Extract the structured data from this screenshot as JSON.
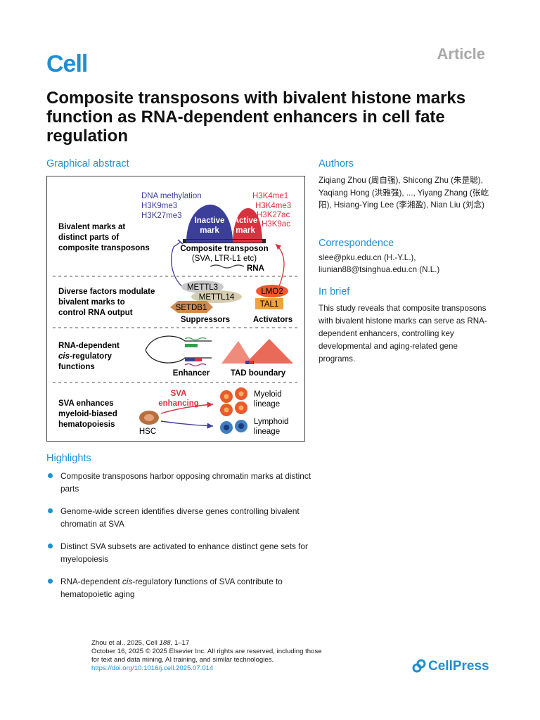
{
  "header": {
    "journal": "Cell",
    "article_type": "Article"
  },
  "title": "Composite transposons with bivalent histone marks function as RNA-dependent enhancers in cell fate regulation",
  "graphical_abstract": {
    "heading": "Graphical abstract",
    "panel1": {
      "label": [
        "Bivalent marks at",
        "distinct parts of",
        "composite transposons"
      ],
      "inactive_marks": [
        "DNA methylation",
        "H3K9me3",
        "H3K27me3"
      ],
      "active_marks": [
        "H3K4me1",
        "H3K4me3",
        "H3K27ac",
        "H3K9ac"
      ],
      "inactive_label": [
        "Inactive",
        "mark"
      ],
      "active_label": [
        "Active",
        "mark"
      ],
      "transposon_label": "Composite transposon",
      "transposon_examples": "(SVA, LTR-L1 etc)",
      "rna_label": "RNA"
    },
    "panel2": {
      "label": [
        "Diverse factors modulate",
        "bivalent marks to",
        "control RNA output"
      ],
      "suppressors": [
        "METTL3",
        "METTL14",
        "SETDB1"
      ],
      "activators": [
        "LMO2",
        "TAL1"
      ],
      "suppressors_label": "Suppressors",
      "activators_label": "Activators"
    },
    "panel3": {
      "label": [
        "RNA-dependent",
        "cis",
        "-regulatory",
        "functions"
      ],
      "enhancer_label": "Enhancer",
      "tad_label": "TAD boundary"
    },
    "panel4": {
      "label": [
        "SVA enhances",
        "myeloid-biased",
        "hematopoiesis"
      ],
      "sva_label": [
        "SVA",
        "enhancing"
      ],
      "hsc_label": "HSC",
      "myeloid_label": [
        "Myeloid",
        "lineage"
      ],
      "lymphoid_label": [
        "Lymphoid",
        "lineage"
      ]
    },
    "colors": {
      "inactive": "#3c3f9a",
      "active": "#d7323f",
      "myeloid": "#ea5a2c",
      "lymphoid": "#3f7fc0",
      "hsc": "#b86f3e"
    }
  },
  "authors": {
    "heading": "Authors",
    "text": "Ziqiang Zhou (周自强), Shicong Zhu (朱昰聪), Yaqiang Hong (洪雅强), ..., Yiyang Zhang (张屹阳), Hsiang-Ying Lee (李湘盈), Nian Liu (刘念)"
  },
  "correspondence": {
    "heading": "Correspondence",
    "lines": [
      "slee@pku.edu.cn (H.-Y.L.),",
      "liunian88@tsinghua.edu.cn (N.L.)"
    ]
  },
  "in_brief": {
    "heading": "In brief",
    "text": "This study reveals that composite transposons with bivalent histone marks can serve as RNA-dependent enhancers, controlling key developmental and aging-related gene programs."
  },
  "highlights": {
    "heading": "Highlights",
    "items": [
      [
        "Composite transposons harbor opposing chromatin marks at distinct parts"
      ],
      [
        "Genome-wide screen identifies diverse genes controlling bivalent chromatin at SVA"
      ],
      [
        "Distinct SVA subsets are activated to enhance distinct gene sets for myelopoiesis"
      ],
      [
        "RNA-dependent ",
        "cis",
        "-regulatory functions of SVA contribute to hematopoietic aging"
      ]
    ]
  },
  "citation": {
    "line1_prefix": "Zhou et al., 2025, Cell ",
    "line1_volume": "188",
    "line1_suffix": ", 1–17",
    "line2": "October 16, 2025 © 2025 Elsevier Inc. All rights are reserved, including those",
    "line3": "for text and data mining, AI training, and similar technologies.",
    "doi": "https://doi.org/10.1016/j.cell.2025.07.014"
  },
  "publisher": "CellPress"
}
